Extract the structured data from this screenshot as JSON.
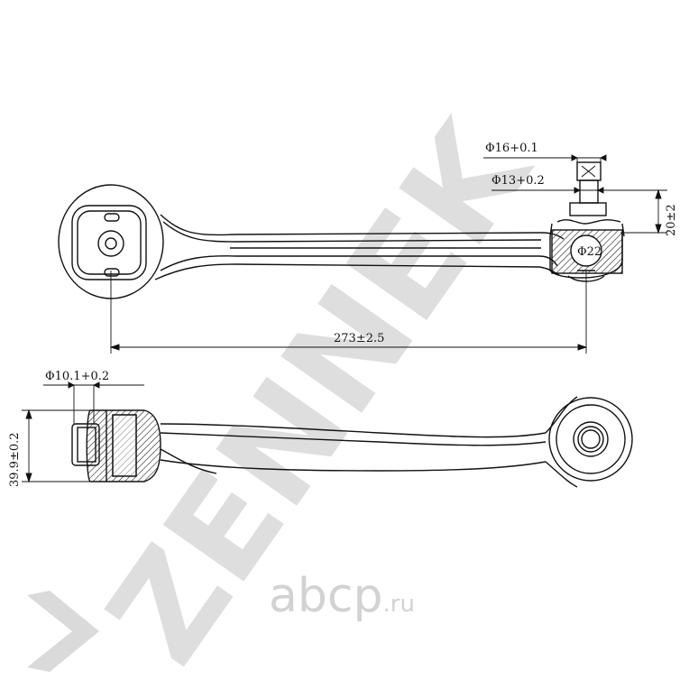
{
  "watermark": {
    "brand": "ZENNEK",
    "site": "abcp",
    "site_suffix": ".ru"
  },
  "dimensions": {
    "ball_stud_top_dia": "Φ16+0.1",
    "ball_stud_mid_dia": "Φ13+0.2",
    "ball_dia": "Φ22",
    "stud_height": "20±2",
    "overall_length": "273±2.5",
    "bushing_bore": "Φ10.1+0.2",
    "bushing_width": "39.9±0.2"
  }
}
